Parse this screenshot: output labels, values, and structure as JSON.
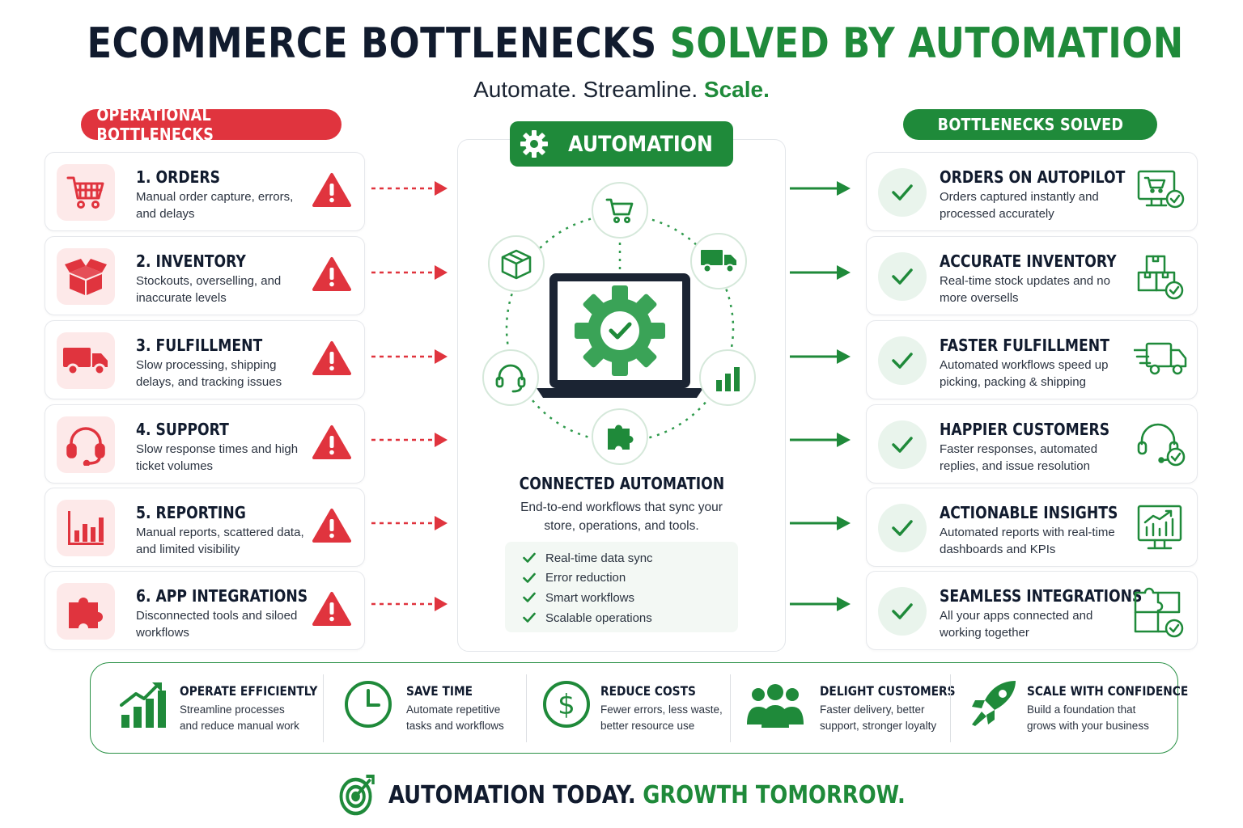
{
  "header": {
    "title_dark": "ECOMMERCE BOTTLENECKS",
    "title_green": "SOLVED BY AUTOMATION",
    "subtitle_dark": "Automate. Streamline.",
    "subtitle_green": "Scale."
  },
  "left": {
    "label": "OPERATIONAL BOTTLENECKS",
    "items": [
      {
        "title": "1. ORDERS",
        "desc": "Manual order capture, errors, and delays",
        "icon": "cart-icon"
      },
      {
        "title": "2. INVENTORY",
        "desc": "Stockouts, overselling, and inaccurate levels",
        "icon": "box-icon"
      },
      {
        "title": "3. FULFILLMENT",
        "desc": "Slow processing, shipping delays, and tracking issues",
        "icon": "truck-icon"
      },
      {
        "title": "4. SUPPORT",
        "desc": "Slow response times and high ticket volumes",
        "icon": "headset-icon"
      },
      {
        "title": "5. REPORTING",
        "desc": "Manual reports, scattered data, and limited visibility",
        "icon": "bar-chart-icon"
      },
      {
        "title": "6. APP INTEGRATIONS",
        "desc": "Disconnected tools and siloed workflows",
        "icon": "puzzle-icon"
      }
    ]
  },
  "center": {
    "badge": "AUTOMATION",
    "title": "CONNECTED AUTOMATION",
    "desc": "End-to-end workflows that sync your store, operations, and tools.",
    "features": [
      "Real-time data sync",
      "Error reduction",
      "Smart workflows",
      "Scalable operations"
    ]
  },
  "right": {
    "label": "BOTTLENECKS SOLVED",
    "items": [
      {
        "title": "ORDERS ON AUTOPILOT",
        "desc": "Orders captured instantly and processed accurately",
        "icon": "monitor-cart-icon"
      },
      {
        "title": "ACCURATE INVENTORY",
        "desc": "Real-time stock updates and no more oversells",
        "icon": "boxes-check-icon"
      },
      {
        "title": "FASTER FULFILLMENT",
        "desc": "Automated workflows speed up picking, packing & shipping",
        "icon": "fast-truck-icon"
      },
      {
        "title": "HAPPIER CUSTOMERS",
        "desc": "Faster responses, automated replies, and issue resolution",
        "icon": "headset-check-icon"
      },
      {
        "title": "ACTIONABLE INSIGHTS",
        "desc": "Automated reports with real-time dashboards and KPIs",
        "icon": "dashboard-icon"
      },
      {
        "title": "SEAMLESS INTEGRATIONS",
        "desc": "All your apps connected and working together",
        "icon": "puzzle-check-icon"
      }
    ]
  },
  "benefits": [
    {
      "title": "OPERATE EFFICIENTLY",
      "line1": "Streamline processes",
      "line2": "and reduce manual work",
      "icon": "growth-chart-icon"
    },
    {
      "title": "SAVE TIME",
      "line1": "Automate repetitive",
      "line2": "tasks and workflows",
      "icon": "clock-icon"
    },
    {
      "title": "REDUCE COSTS",
      "line1": "Fewer errors, less waste,",
      "line2": "better resource use",
      "icon": "dollar-icon"
    },
    {
      "title": "DELIGHT CUSTOMERS",
      "line1": "Faster delivery, better",
      "line2": "support, stronger loyalty",
      "icon": "people-icon"
    },
    {
      "title": "SCALE WITH CONFIDENCE",
      "line1": "Build a foundation that",
      "line2": "grows with your business",
      "icon": "rocket-icon"
    }
  ],
  "footer": {
    "dark": "AUTOMATION TODAY.",
    "green": "GROWTH TOMORROW.",
    "icon": "target-icon"
  },
  "colors": {
    "red": "#e0343e",
    "green": "#1f8a3a",
    "navy": "#111b2e"
  }
}
